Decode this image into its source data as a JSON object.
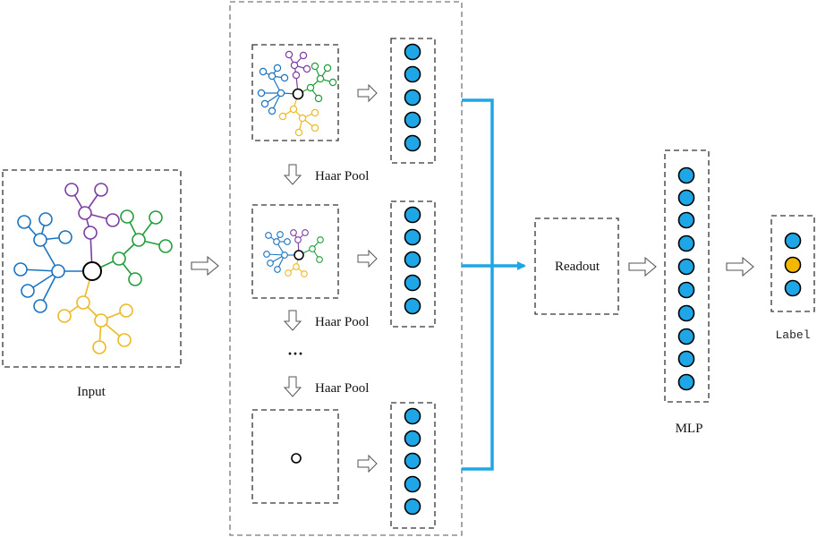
{
  "labels": {
    "input": "Input",
    "haar_pool": "Haar Pool",
    "ellipsis": "···",
    "readout": "Readout",
    "mlp": "MLP",
    "label": "Label"
  },
  "colors": {
    "blue_branch": "#1a73c0",
    "purple_branch": "#7a3ea2",
    "green_branch": "#1f9e3a",
    "yellow_branch": "#eeb824",
    "neuron_blue": "#1ea6e6",
    "neuron_orange": "#f5b800",
    "connector": "#1ea6e6"
  },
  "pipeline": {
    "num_pool_levels": 3,
    "feature_vector_units": 5,
    "mlp_units": 10,
    "label_units": [
      "blue",
      "orange",
      "blue"
    ]
  }
}
